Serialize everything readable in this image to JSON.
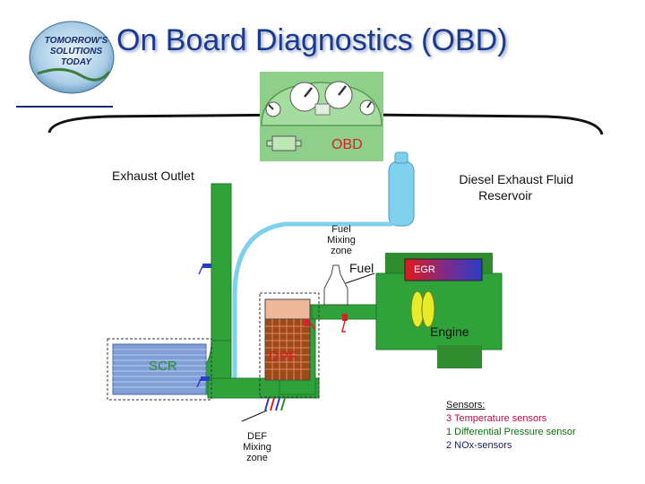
{
  "title": "On Board Diagnostics (OBD)",
  "logo": {
    "line1": "TOMORROW'S",
    "line2": "SOLUTIONS",
    "line3": "TODAY"
  },
  "dashboard": {
    "obd_label": "OBD"
  },
  "labels": {
    "exhaust_outlet": "Exhaust Outlet",
    "def_reservoir_1": "Diesel Exhaust Fluid",
    "def_reservoir_2": "Reservoir",
    "fuel_mixing_1": "Fuel",
    "fuel_mixing_2": "Mixing",
    "fuel_mixing_3": "zone",
    "fuel": "Fuel",
    "egr": "EGR",
    "engine": "Engine",
    "scr": "SCR",
    "dpf": "DPF",
    "def_mixing_1": "DEF",
    "def_mixing_2": "Mixing",
    "def_mixing_3": "zone"
  },
  "sensors": {
    "title": "Sensors:",
    "temperature": "3 Temperature sensors",
    "differential_pressure": "1 Differential Pressure sensor",
    "nox": "2 NOx-sensors"
  },
  "colors": {
    "title": "#1b3a8c",
    "pipe_green": "#2fa33a",
    "dashboard_green": "#8ed08a",
    "obd_red": "#d81f26",
    "reservoir_blue": "#7fd0ec",
    "scr_blue": "#7f9fd6",
    "dpf_brown": "#a04a1a",
    "temperature_sensor": "#b0124a",
    "pressure_sensor": "#136b16",
    "nox_sensor": "#1a1a6e"
  }
}
